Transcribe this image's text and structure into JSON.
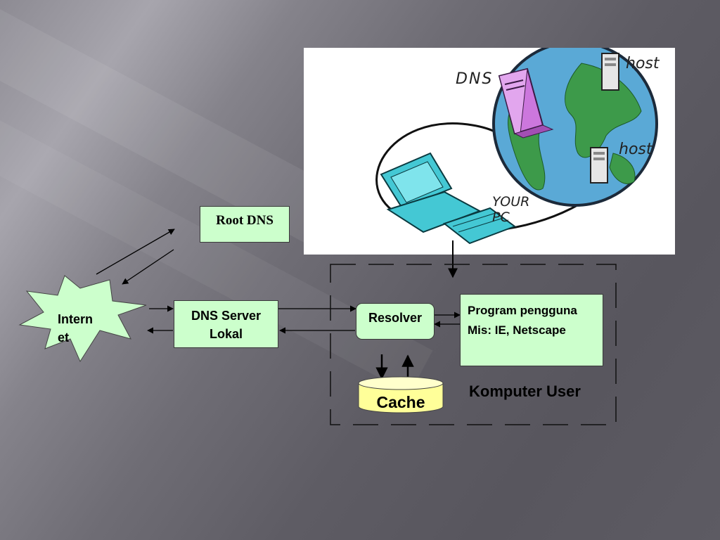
{
  "diagram": {
    "root_dns": "Root DNS",
    "internet": "Intern\net",
    "dns_server": "DNS Server\nLokal",
    "resolver": "Resolver",
    "program": "Program pengguna\nMis: IE, Netscape",
    "cache": "Cache",
    "komputer_user": "Komputer User"
  },
  "illustration": {
    "dns_label": "DNS",
    "host_label_1": "host",
    "host_label_2": "host",
    "pc_label": "YOUR\nPC"
  },
  "colors": {
    "box_fill": "#ccffcc",
    "cache_fill": "#ffff99",
    "globe_ocean": "#5aa9d6",
    "land": "#3d9a4a",
    "dns_server": "#cc77dd",
    "pc": "#44c8d4"
  }
}
